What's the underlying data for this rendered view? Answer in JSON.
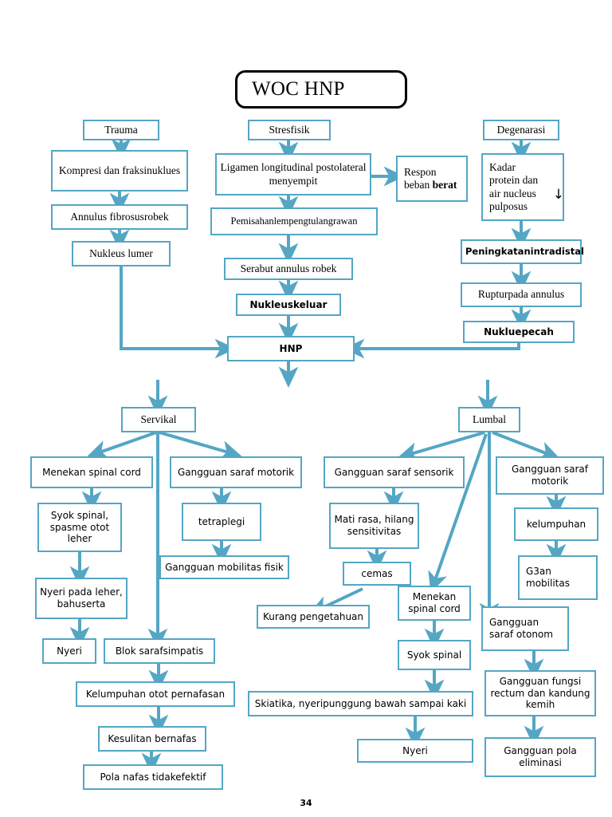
{
  "document": {
    "title": "WOC HNP",
    "page_number": "34",
    "accent_color": "#54A6C4",
    "border_color": "#54A6C4",
    "title_border_color": "#000000",
    "background": "#ffffff"
  },
  "nodes": {
    "trauma": "Trauma",
    "kompresi": "Kompresi dan fraksinuklues",
    "annulus_fibrosus": "Annulus fibrosusrobek",
    "nukleus_lumer": "Nukleus lumer",
    "stresfisik": "Stresfisik",
    "ligamen": "Ligamen longitudinal postolateral menyempit",
    "pemisahan": "Pemisahanlempengtulangrawan",
    "serabut": "Serabut annulus robek",
    "nukleuskeluar": "Nukleuskeluar",
    "respon_prefix": "Respon beban ",
    "respon_bold": "berat",
    "degenarasi": "Degenarasi",
    "kadar_protein": "Kadar protein dan air nucleus pulposus",
    "kadar_protein_arrow": "↓",
    "peningkatan": "Peningkatanintradistal",
    "ruptur": "Rupturpada annulus",
    "nukluepecah": "Nukluepecah",
    "hnp": "HNP",
    "servikal": "Servikal",
    "menekan_spinal_cord_1": "Menekan spinal cord",
    "syok_spinal_spasme": "Syok spinal, spasme otot leher",
    "nyeri_leher": "Nyeri pada leher, bahuserta",
    "nyeri_1": "Nyeri",
    "blok_saraf": "Blok sarafsimpatis",
    "kelumpuhan_otot": "Kelumpuhan otot pernafasan",
    "kesulitan_bernafas": "Kesulitan bernafas",
    "pola_nafas": "Pola nafas tidakefektif",
    "gangguan_saraf_motorik_1": "Gangguan saraf motorik",
    "tetraplegi": "tetraplegi",
    "gangguan_mobilitas": "Gangguan mobilitas fisik",
    "lumbal": "Lumbal",
    "gangguan_saraf_sensorik": "Gangguan saraf sensorik",
    "mati_rasa": "Mati rasa, hilang sensitivitas",
    "cemas": "cemas",
    "kurang_pengetahuan": "Kurang pengetahuan",
    "menekan_spinal_cord_2": "Menekan spinal cord",
    "syok_spinal_2": "Syok spinal",
    "skiatika": "Skiatika, nyeripunggung bawah sampai kaki",
    "nyeri_2": "Nyeri",
    "gangguan_saraf_otonom": "Gangguan saraf otonom",
    "gangguan_fungsi_rectum": "Gangguan fungsi rectum dan kandung kemih",
    "gangguan_pola_eliminasi": "Gangguan pola eliminasi",
    "gangguan_saraf_motorik_2": "Gangguan saraf motorik",
    "kelumpuhan": "kelumpuhan",
    "g3an_mobilitas": "G3an mobilitas"
  }
}
